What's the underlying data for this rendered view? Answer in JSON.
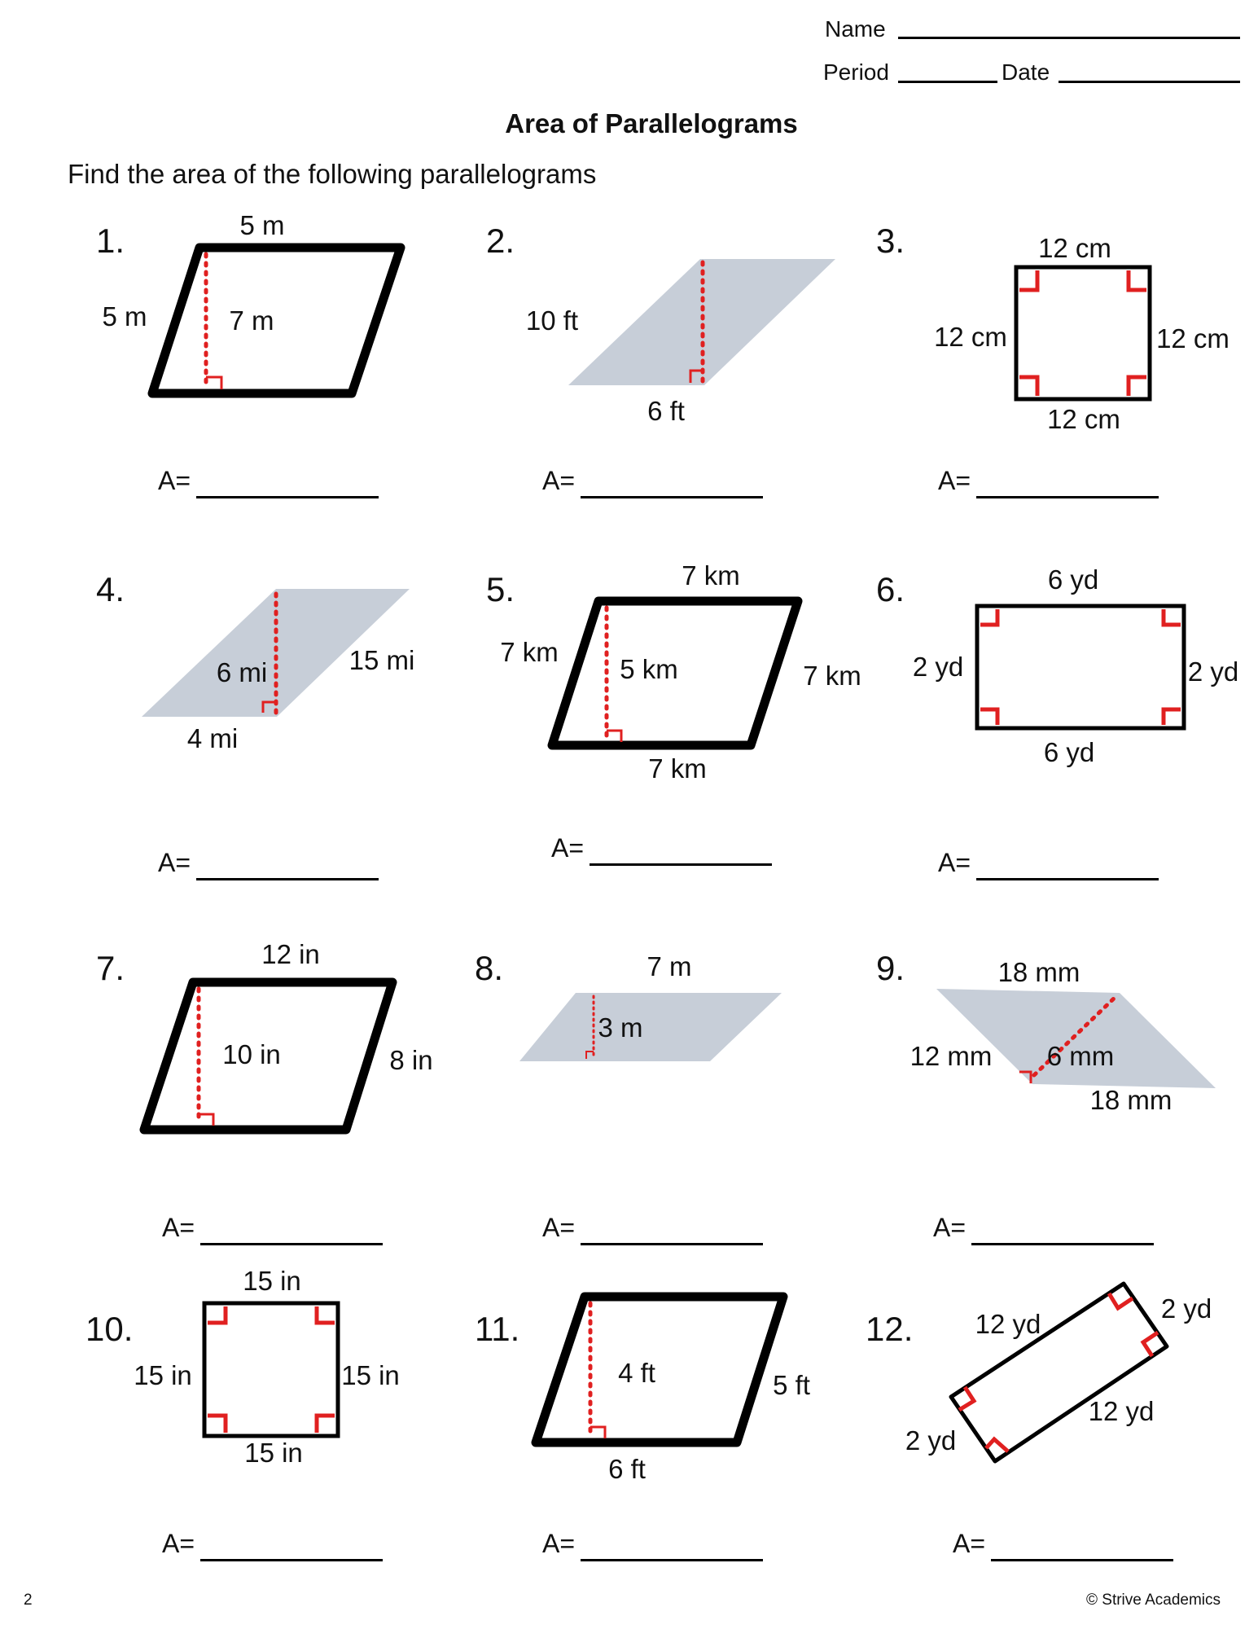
{
  "header": {
    "name_label": "Name",
    "period_label": "Period",
    "date_label": "Date"
  },
  "title": "Area of Parallelograms",
  "instruction": "Find the area of the following parallelograms",
  "answer_label": "A=",
  "problems": [
    {
      "number": "1.",
      "labels": [
        "5 m",
        "5 m",
        "7 m"
      ]
    },
    {
      "number": "2.",
      "labels": [
        "10 ft",
        "6 ft"
      ]
    },
    {
      "number": "3.",
      "labels": [
        "12 cm",
        "12 cm",
        "12 cm",
        "12 cm"
      ]
    },
    {
      "number": "4.",
      "labels": [
        "6 mi",
        "15 mi",
        "4 mi"
      ]
    },
    {
      "number": "5.",
      "labels": [
        "7 km",
        "7 km",
        "5 km",
        "7 km",
        "7 km"
      ]
    },
    {
      "number": "6.",
      "labels": [
        "6 yd",
        "2 yd",
        "2 yd",
        "6 yd"
      ]
    },
    {
      "number": "7.",
      "labels": [
        "12 in",
        "10 in",
        "8 in"
      ]
    },
    {
      "number": "8.",
      "labels": [
        "7 m",
        "3 m"
      ]
    },
    {
      "number": "9.",
      "labels": [
        "18 mm",
        "12 mm",
        "6 mm",
        "18 mm"
      ]
    },
    {
      "number": "10.",
      "labels": [
        "15 in",
        "15 in",
        "15 in",
        "15 in"
      ]
    },
    {
      "number": "11.",
      "labels": [
        "4 ft",
        "5 ft",
        "6 ft"
      ]
    },
    {
      "number": "12.",
      "labels": [
        "12 yd",
        "2 yd",
        "12 yd",
        "2 yd"
      ]
    }
  ],
  "footer": {
    "page_number": "2",
    "copyright": "© Strive Academics"
  },
  "colors": {
    "outline": "#000000",
    "height_marker": "#e02020",
    "shaded_fill": "#c7ced8"
  }
}
